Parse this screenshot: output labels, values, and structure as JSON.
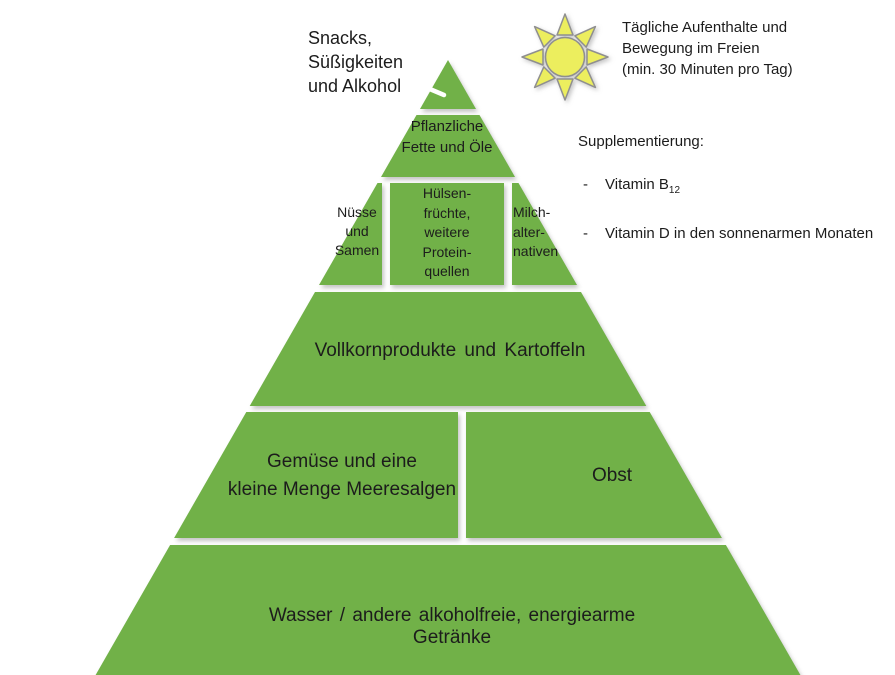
{
  "colors": {
    "pyramid_green": "#71B148",
    "sun_fill": "#ECEE5E",
    "sun_stroke": "#8F8F8F",
    "text": "#1c1c1c"
  },
  "annotations": {
    "snacks": {
      "label": "Snacks,\nSüßigkeiten\nund Alkohol"
    },
    "outdoor": {
      "label": "Tägliche Aufenthalte und\nBewegung im Freien\n(min. 30 Minuten pro Tag)"
    },
    "supplementation": {
      "title": "Supplementierung:",
      "bullet": "-",
      "items": [
        {
          "text": "Vitamin B",
          "subscript": "12"
        },
        {
          "text": "Vitamin D in den sonnenarmen Monaten",
          "subscript": ""
        }
      ]
    }
  },
  "pyramid": {
    "levels": [
      {
        "id": "snacks-tip",
        "label": ""
      },
      {
        "id": "plant-fats-oils",
        "label": "Pflanzliche\nFette und Öle"
      },
      {
        "id": "protein-level",
        "cells": {
          "nuts": "Nüsse\nund\nSamen",
          "legumes": "Hülsen-\nfrüchte,\nweitere\nProtein-\nquellen",
          "milk_alternatives": "Milch-\nalter-\nnativen"
        }
      },
      {
        "id": "grains-potatoes",
        "label": "Vollkornprodukte und Kartoffeln"
      },
      {
        "id": "veg-fruit-level",
        "cells": {
          "vegetables": "Gemüse und eine\nkleine Menge Meeresalgen",
          "fruit": "Obst"
        }
      },
      {
        "id": "water-drinks",
        "label": "Wasser / andere alkoholfreie, energiearme Getränke"
      }
    ]
  }
}
